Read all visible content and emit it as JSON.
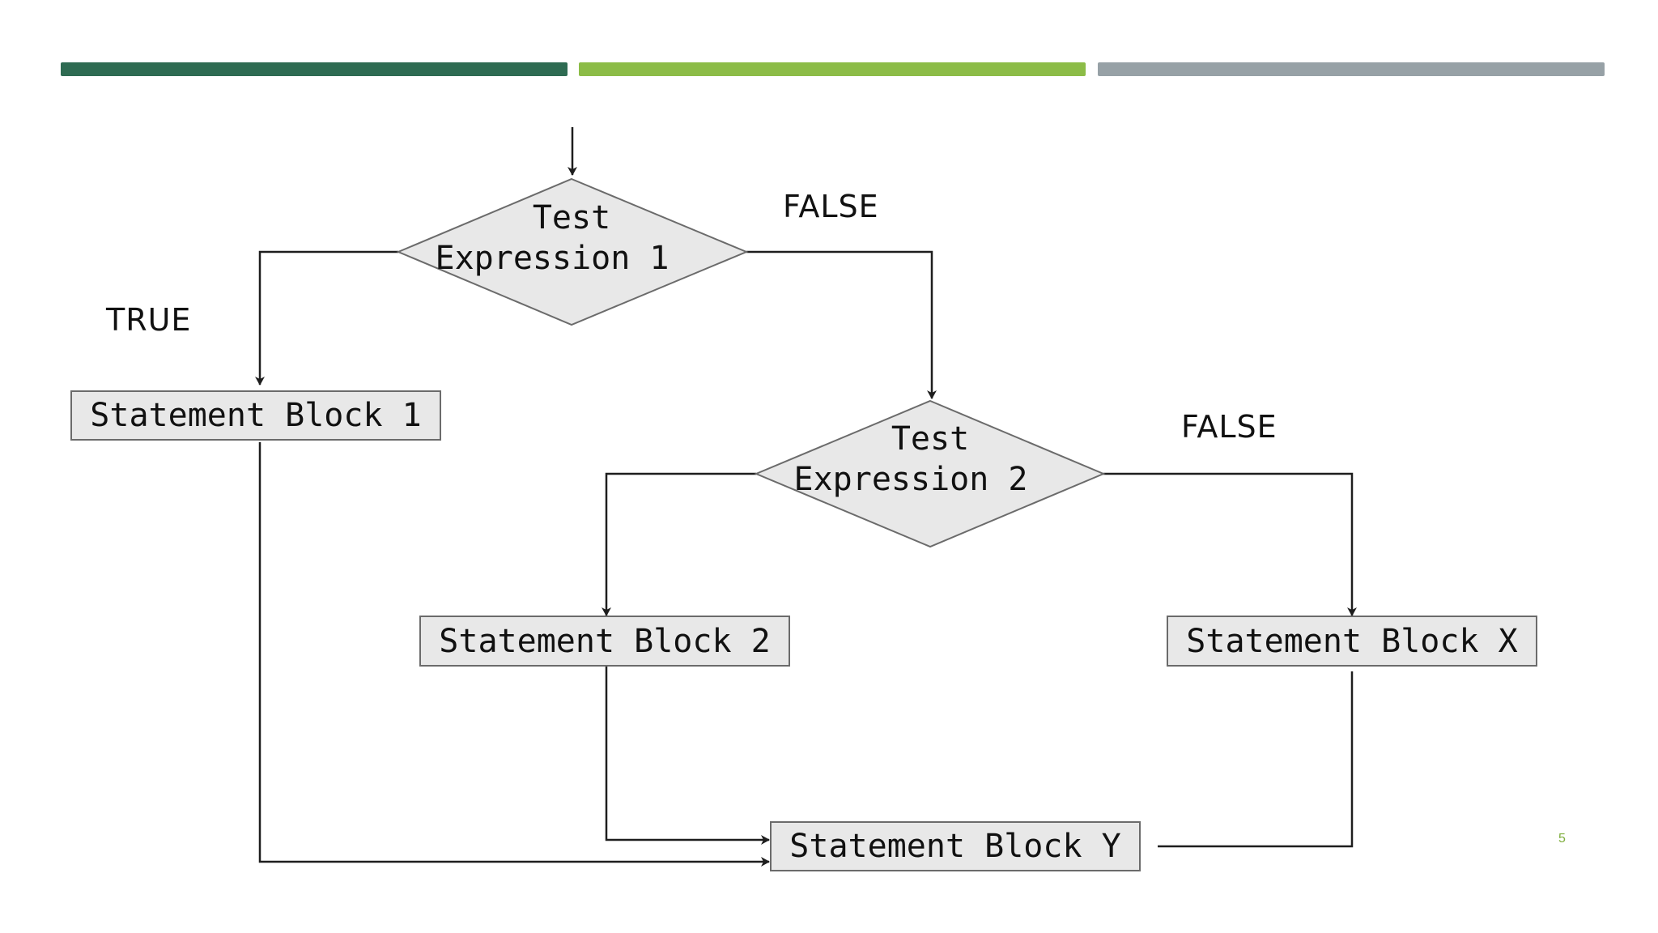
{
  "colors": {
    "bar_dark_green": "#2e6b52",
    "bar_light_green": "#8cbc47",
    "bar_gray": "#97a1a6",
    "shape_fill": "#e8e8e8",
    "page_number": "#7fae3e"
  },
  "diagram": {
    "decision_1": {
      "line1": "Test",
      "line2": "Expression 1"
    },
    "decision_2": {
      "line1": "Test",
      "line2": "Expression 2"
    },
    "block_1": "Statement Block 1",
    "block_2": "Statement Block 2",
    "block_x": "Statement Block X",
    "block_y": "Statement Block Y",
    "label_true": "TRUE",
    "label_false_1": "FALSE",
    "label_false_2": "FALSE"
  },
  "page_number": "5"
}
